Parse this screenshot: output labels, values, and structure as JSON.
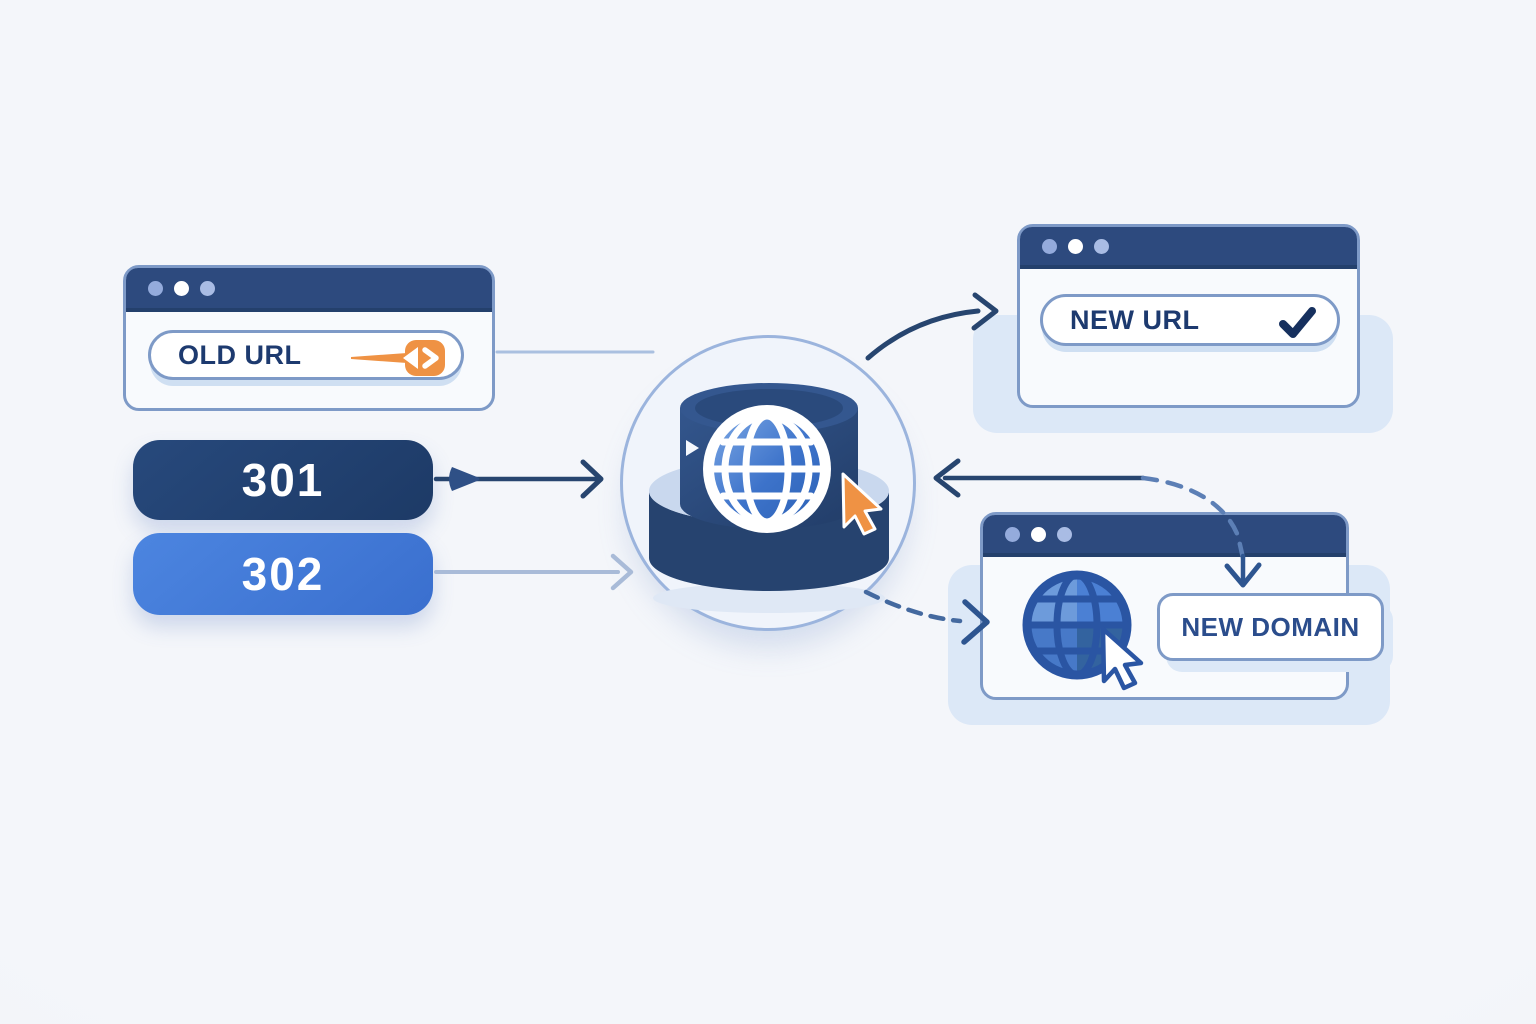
{
  "colors": {
    "bg": "#f4f6fa",
    "vignette": "#eceff4",
    "titlebar": "#2d4a7e",
    "titlebarEdge": "#24406c",
    "border": "#7e9ac7",
    "windowBody": "#f8fafd",
    "shadowPanel": "#dce8f7",
    "pillShadow": "#cfdff2",
    "navyText": "#1d3a6f",
    "labelText": "#2b4d8c",
    "badge301a": "#27497c",
    "badge301b": "#1d3a66",
    "badge302a": "#4c85e0",
    "badge302b": "#3a6fce",
    "orange": "#ef9244",
    "arrowDark": "#27456f",
    "arrowLight": "#a9bbd8",
    "connector": "#aac0e0",
    "dashLight": "#5c7fb5",
    "dashBlue": "#44699f",
    "dashHead": "#2e5590",
    "check": "#16305e",
    "circleFill": "#f0f4fb",
    "circleStroke": "#9bb4dd",
    "dotA": "#94abdc",
    "dotB": "#ffffff",
    "dotC": "#a9bce4",
    "globeOutline": "#2a55a3"
  },
  "old_url_window": {
    "label": "OLD URL",
    "icon": "orange-redirect-arrow-icon"
  },
  "redirect_codes": {
    "permanent": "301",
    "temporary": "302"
  },
  "hub": {
    "icon": "server-globe-icon",
    "cursor_icon": "orange-cursor-icon"
  },
  "new_url_window": {
    "label": "NEW URL",
    "icon": "checkmark-icon"
  },
  "new_domain_window": {
    "label": "NEW DOMAIN",
    "globe_icon": "globe-icon",
    "cursor_icon": "cursor-arrow-icon"
  }
}
